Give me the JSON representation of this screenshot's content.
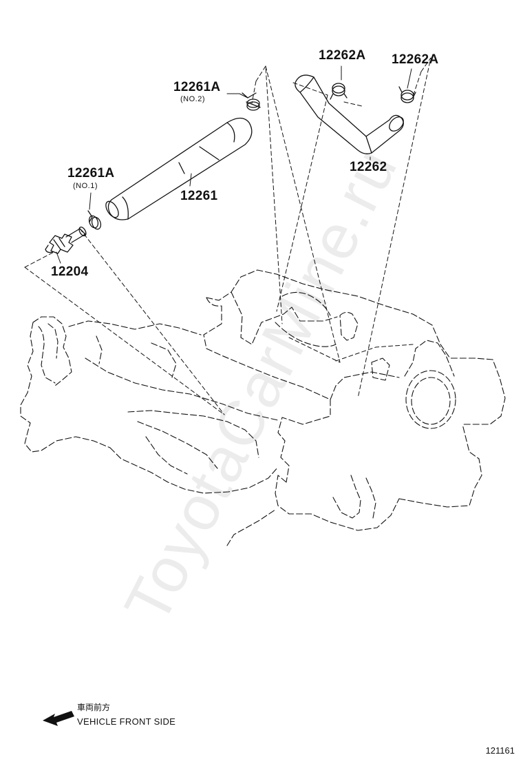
{
  "parts": {
    "p12262a_left": {
      "number": "12262A"
    },
    "p12262a_right": {
      "number": "12262A"
    },
    "p12261a_no2": {
      "number": "12261A",
      "note": "(NO.2)"
    },
    "p12262": {
      "number": "12262"
    },
    "p12261a_no1": {
      "number": "12261A",
      "note": "(NO.1)"
    },
    "p12261": {
      "number": "12261"
    },
    "p12204": {
      "number": "12204"
    }
  },
  "direction": {
    "label_jp": "車両前方",
    "label_en": "VEHICLE FRONT SIDE",
    "arrow_icon": "arrow-left-icon"
  },
  "figure_number": "121161",
  "watermark": "ToyotaCarMine.ru"
}
